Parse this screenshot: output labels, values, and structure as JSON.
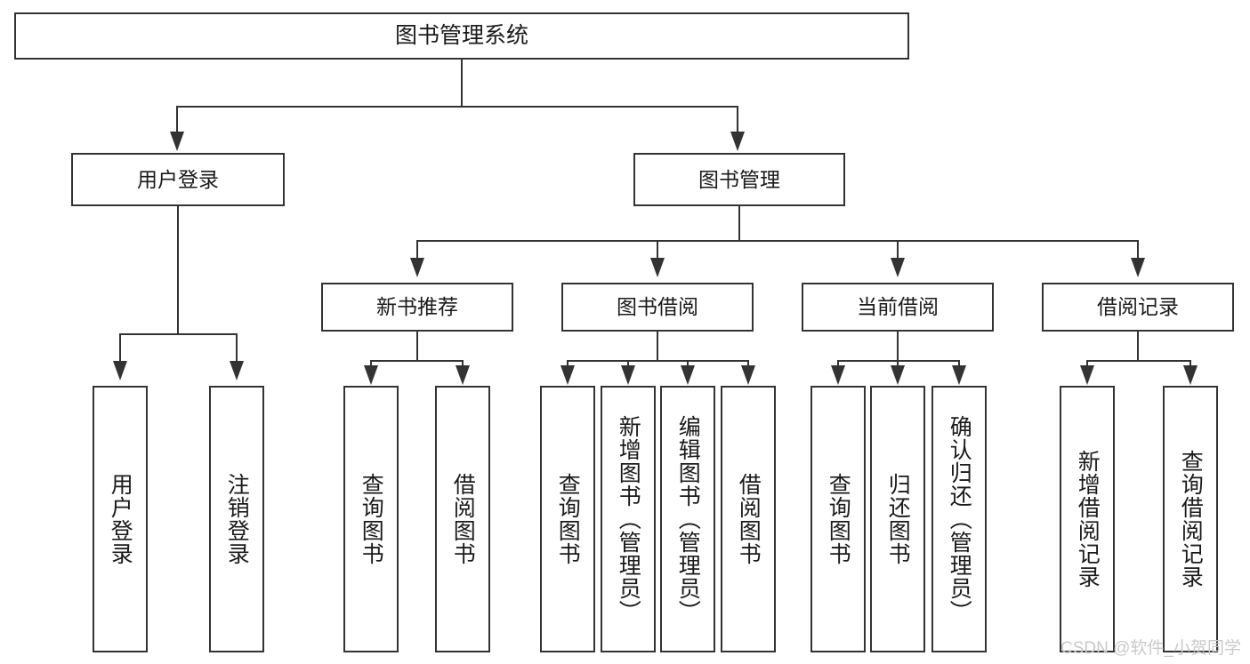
{
  "diagram": {
    "type": "tree-hierarchy-chart",
    "title": "图书管理系统",
    "orientation": "top-down",
    "colors": {
      "box_border": "#333333",
      "box_fill": "#ffffff",
      "text": "#1a1a1a",
      "connector": "#333333",
      "watermark": "#c9c9c9",
      "background": "#ffffff"
    },
    "root": {
      "label": "图书管理系统"
    },
    "level1": [
      {
        "label": "用户登录"
      },
      {
        "label": "图书管理"
      }
    ],
    "level2": [
      {
        "label": "新书推荐"
      },
      {
        "label": "图书借阅"
      },
      {
        "label": "当前借阅"
      },
      {
        "label": "借阅记录"
      }
    ],
    "leaves": {
      "user_login": [
        {
          "label": "用户登录"
        },
        {
          "label": "注销登录"
        }
      ],
      "new_book_recommend": [
        {
          "label": "查询图书"
        },
        {
          "label": "借阅图书"
        }
      ],
      "book_borrow": [
        {
          "label": "查询图书"
        },
        {
          "label": "新增图书（管理员）"
        },
        {
          "label": "编辑图书（管理员）"
        },
        {
          "label": "借阅图书"
        }
      ],
      "current_borrow": [
        {
          "label": "查询图书"
        },
        {
          "label": "归还图书"
        },
        {
          "label": "确认归还（管理员）"
        }
      ],
      "borrow_records": [
        {
          "label": "新增借阅记录"
        },
        {
          "label": "查询借阅记录"
        }
      ]
    }
  },
  "watermark": {
    "text": "CSDN @软件_小贺同学"
  }
}
